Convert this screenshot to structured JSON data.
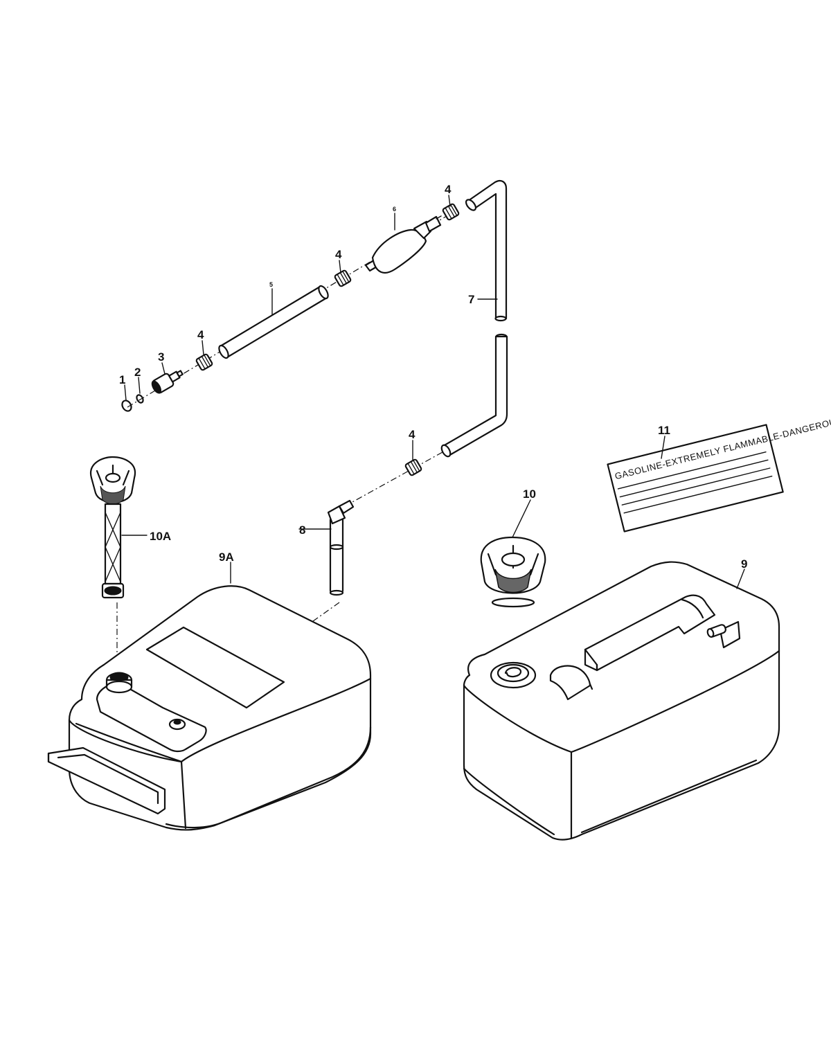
{
  "callouts": {
    "c1": "1",
    "c2": "2",
    "c3": "3",
    "c4a": "4",
    "c4b": "4",
    "c4c": "4",
    "c4d": "4",
    "c5": "5",
    "c6": "6",
    "c7": "7",
    "c8": "8",
    "c9": "9",
    "c9a": "9A",
    "c10": "10",
    "c10a": "10A",
    "c11": "11"
  },
  "warning_label": {
    "text": "GASOLINE-EXTREMELY FLAMMABLE-DANGEROUS"
  }
}
